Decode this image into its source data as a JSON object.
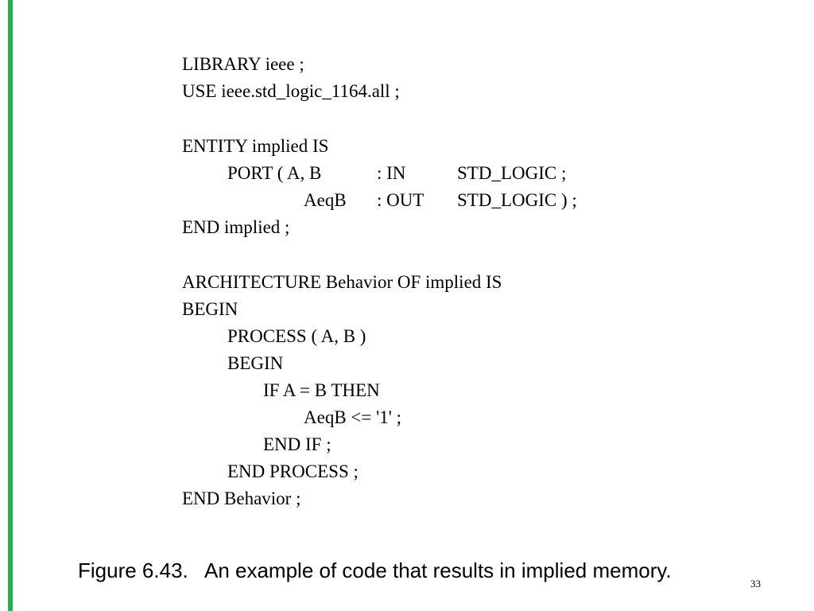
{
  "code_lines": {
    "library": "LIBRARY ieee ;",
    "use": "USE ieee.std_logic_1164.all ;",
    "entity": "ENTITY implied IS",
    "port1_a": "PORT ( A, B",
    "port1_b": ": IN",
    "port1_c": "STD_LOGIC ;",
    "port2_a": "AeqB",
    "port2_b": ": OUT",
    "port2_c": "STD_LOGIC ) ;",
    "end_entity": "END implied ;",
    "architecture": "ARCHITECTURE Behavior OF implied IS",
    "begin": "BEGIN",
    "process": "PROCESS ( A, B )",
    "process_begin": "BEGIN",
    "if": "IF A = B THEN",
    "assign": "AeqB <= '1' ;",
    "end_if": "END IF ;",
    "end_process": "END PROCESS ;",
    "end_arch": "END Behavior ;"
  },
  "caption": "Figure 6.43.   An example of code that results in implied memory.",
  "page_number": "33",
  "colors": {
    "accent_bar": "#22b14c",
    "text": "#000000",
    "background": "#ffffff"
  }
}
